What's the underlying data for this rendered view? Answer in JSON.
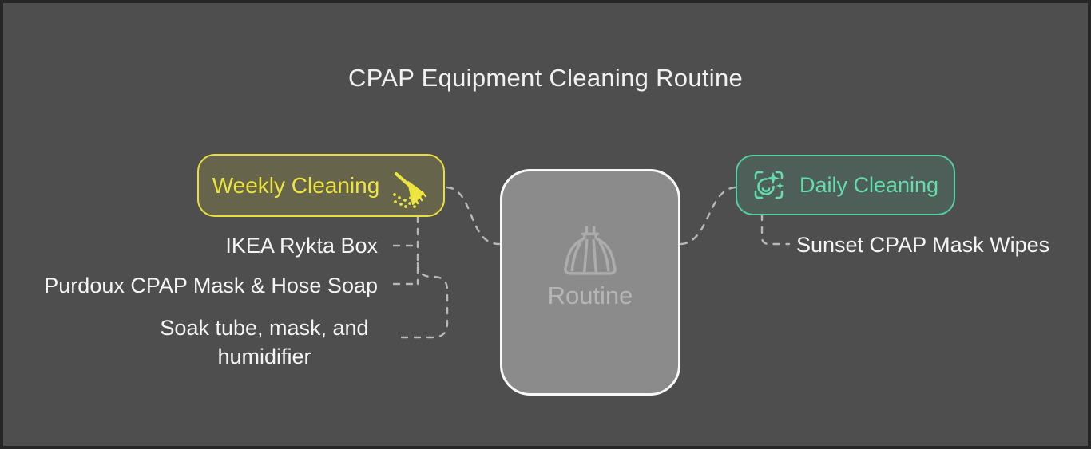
{
  "title": "CPAP Equipment Cleaning Routine",
  "colors": {
    "background": "#4e4e4e",
    "frame_border": "#262626",
    "title_text": "#f1f1f1",
    "weekly_accent": "#e7e03c",
    "daily_accent": "#57d0a1",
    "center_fill": "#8b8b8b",
    "center_border": "#f8f8f8",
    "center_text": "#b5b5b5",
    "connector": "#b8b8b8",
    "item_text": "#f5f5f5"
  },
  "center_node": {
    "label": "Routine",
    "icon": "broom-outline-icon"
  },
  "weekly_branch": {
    "label": "Weekly Cleaning",
    "icon": "sweeping-broom-icon",
    "items": [
      "IKEA Rykta Box",
      "Purdoux CPAP Mask & Hose Soap",
      "Soak tube, mask, and humidifier"
    ]
  },
  "daily_branch": {
    "label": "Daily Cleaning",
    "icon": "sparkle-clean-icon",
    "items": [
      "Sunset CPAP Mask Wipes"
    ]
  }
}
